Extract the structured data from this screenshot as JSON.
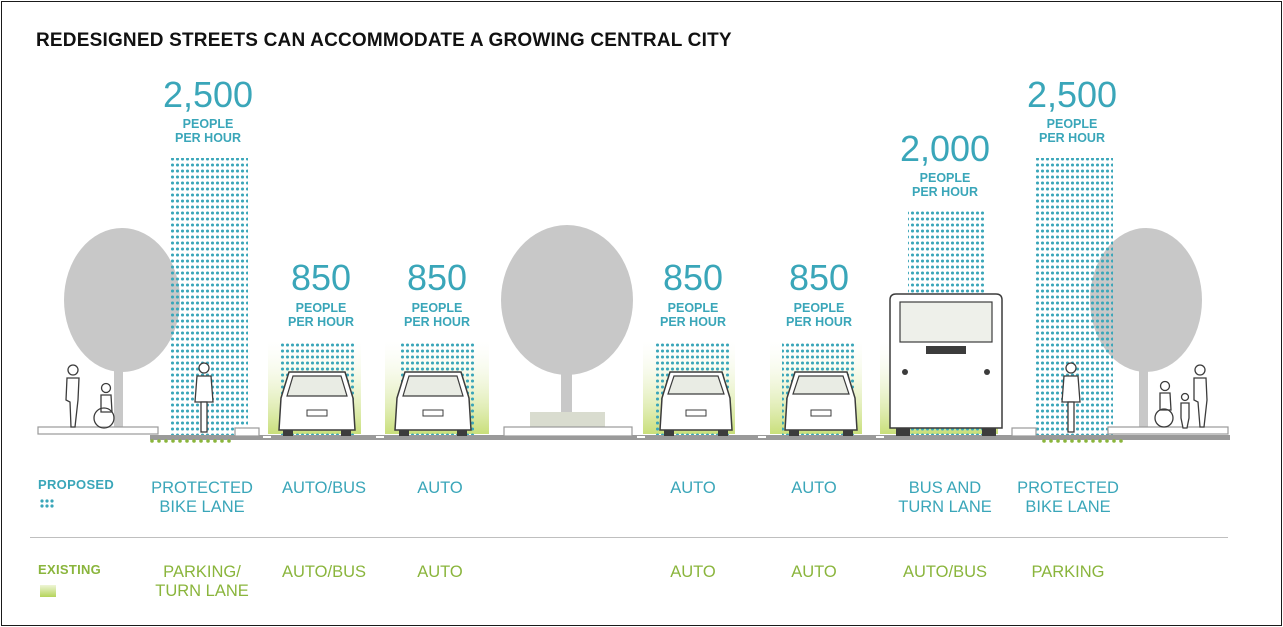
{
  "title": "REDESIGNED STREETS CAN ACCOMMODATE A GROWING CENTRAL CITY",
  "colors": {
    "proposed": "#3aa6b9",
    "existing": "#8ab53c",
    "tree": "#c8c8c8",
    "road": "#9a9a9a"
  },
  "legend": {
    "proposed_label": "PROPOSED",
    "existing_label": "EXISTING",
    "proposed_icon": "people-dots-icon",
    "existing_icon": "green-bar-icon"
  },
  "unit_label": "PEOPLE\nPER HOUR",
  "lanes": [
    {
      "capacity": "2,500",
      "proposed": "PROTECTED\nBIKE LANE",
      "existing": "PARKING/\nTURN LANE"
    },
    {
      "capacity": "850",
      "proposed": "AUTO/BUS",
      "existing": "AUTO/BUS"
    },
    {
      "capacity": "850",
      "proposed": "AUTO",
      "existing": "AUTO"
    },
    {
      "capacity": "850",
      "proposed": "AUTO",
      "existing": "AUTO"
    },
    {
      "capacity": "850",
      "proposed": "AUTO",
      "existing": "AUTO"
    },
    {
      "capacity": "2,000",
      "proposed": "BUS AND\nTURN LANE",
      "existing": "AUTO/BUS"
    },
    {
      "capacity": "2,500",
      "proposed": "PROTECTED\nBIKE LANE",
      "existing": "PARKING"
    }
  ]
}
